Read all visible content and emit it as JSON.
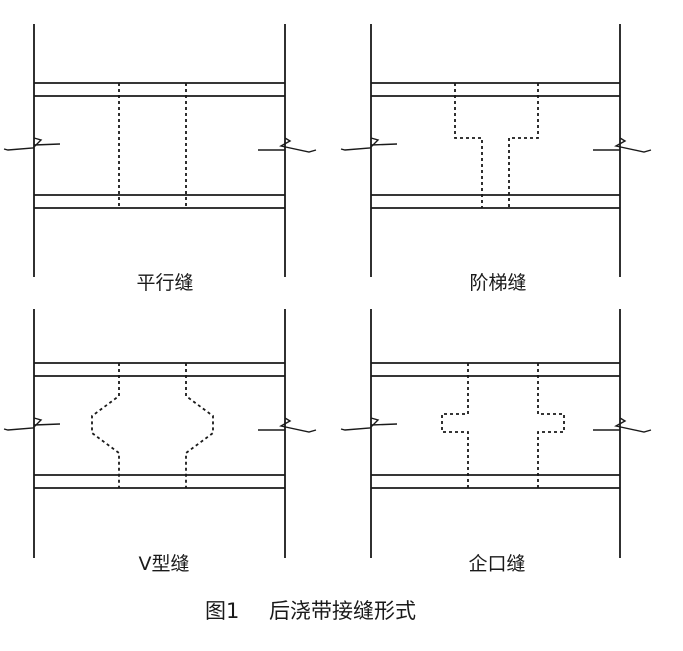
{
  "figure": {
    "caption_number": "图1",
    "caption_title": "后浇带接缝形式"
  },
  "panels": [
    {
      "id": "parallel",
      "label": "平行缝"
    },
    {
      "id": "stepped",
      "label": "阶梯缝"
    },
    {
      "id": "v-shaped",
      "label": "V型缝"
    },
    {
      "id": "tongue-groove",
      "label": "企口缝"
    }
  ]
}
